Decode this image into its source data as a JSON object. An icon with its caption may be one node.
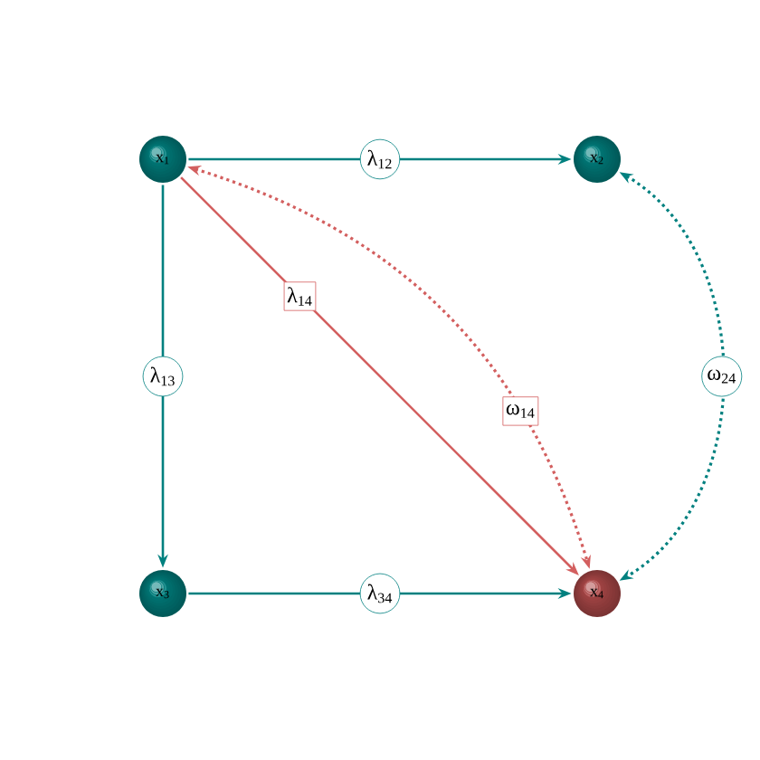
{
  "diagram": {
    "nodes": [
      {
        "text": [
          "x$_{1}$"
        ]
      },
      {
        "text": [
          "x$_{2}$"
        ]
      },
      {
        "text": [
          "x$_{3}$"
        ]
      },
      {
        "text": [
          "x$_{4}$"
        ]
      }
    ],
    "edges": [
      {
        "from": 0,
        "to": 1,
        "arrow": "to",
        "label": "λ$_{12}$"
      },
      {
        "from": 0,
        "to": 2,
        "arrow": "to",
        "label": "λ$_{13}$"
      },
      {
        "from": 0,
        "to": 3,
        "arrow": "to",
        "label": "λ$_{14}$",
        "color": "#d35f5f"
      },
      {
        "from": 2,
        "to": 3,
        "arrow": "to",
        "label": "λ$_{34}$"
      },
      {
        "from": 0,
        "to": 3,
        "arrow": "both",
        "label": "ω$_{14}$",
        "style": "dashed",
        "color": "#d35f5f"
      },
      {
        "from": 1,
        "to": 3,
        "arrow": "both",
        "label": "ω$_{24}$",
        "style": "dashed"
      }
    ]
  }
}
